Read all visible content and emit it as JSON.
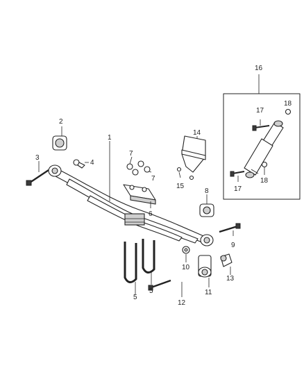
{
  "callouts": {
    "c1": "1",
    "c2": "2",
    "c3": "3",
    "c4": "4",
    "c5a": "5",
    "c5b": "5",
    "c6": "6",
    "c7a": "7",
    "c7b": "7",
    "c8": "8",
    "c9": "9",
    "c10": "10",
    "c11": "11",
    "c12": "12",
    "c13": "13",
    "c14": "14",
    "c15": "15",
    "c16": "16",
    "c17a": "17",
    "c17b": "17",
    "c18a": "18",
    "c18b": "18"
  }
}
